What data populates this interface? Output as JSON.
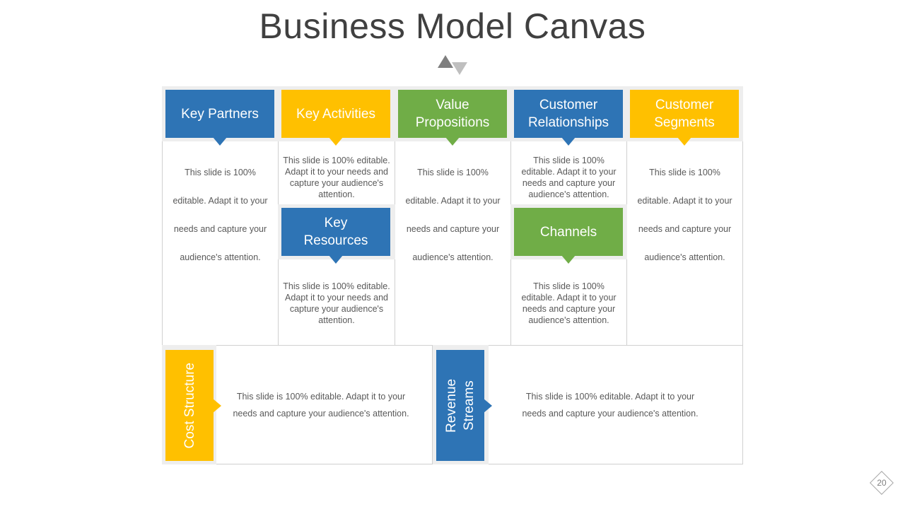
{
  "title": "Business Model Canvas",
  "page_number": "20",
  "colors": {
    "blue": "#2e74b5",
    "gold": "#ffc000",
    "green": "#70ad47",
    "text": "#595959"
  },
  "blocks": {
    "key_partners": {
      "label": "Key Partners",
      "text": "This slide is 100% editable. Adapt it to your needs and capture your audience's attention."
    },
    "key_activities": {
      "label": "Key Activities",
      "text": "This slide is 100% editable. Adapt it to your needs and capture your audience's attention."
    },
    "key_resources": {
      "label": "Key Resources",
      "text": "This slide is 100% editable. Adapt it to your needs and capture your audience's attention."
    },
    "value_propositions": {
      "label": "Value Propositions",
      "text": "This slide is 100% editable. Adapt it to your needs and capture your audience's attention."
    },
    "customer_relationships": {
      "label": "Customer Relationships",
      "text": "This slide is 100% editable. Adapt it to your needs and capture your audience's attention."
    },
    "channels": {
      "label": "Channels",
      "text": "This slide is 100% editable. Adapt it to your needs and capture your audience's attention."
    },
    "customer_segments": {
      "label": "Customer Segments",
      "text": "This slide is 100% editable. Adapt it to your needs and capture your audience's attention."
    },
    "cost_structure": {
      "label": "Cost Structure",
      "text": "This slide is 100% editable. Adapt it to your needs and capture your audience's attention."
    },
    "revenue_streams": {
      "label": "Revenue Streams",
      "text": "This slide is 100% editable. Adapt it to your needs and capture your audience's attention."
    }
  }
}
